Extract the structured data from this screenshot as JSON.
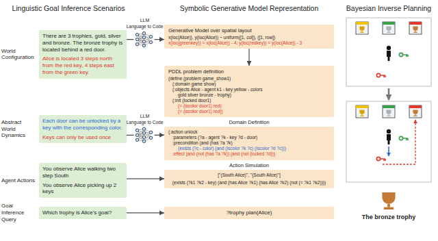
{
  "diagram": {
    "nodes": [
      {
        "text": [
          "There are 3 trophies, gold, silver and bronze. The bronze trophy is located behind a red door.",
          "Alice is located 3 steps north from the red key, 4 steps east from the green key."
        ]
      },
      {
        "text": [
          "Generative Model over spatial layout",
          "x(loc(Alice)), y(loc(Alice)) ~ uniform([1, col]), ([1, row])",
          "x(loc(greenkey)) = x(loc(Alice)) - 4; y(loc(redkey)) = y(loc(Alice)) - 3"
        ]
      },
      {
        "text": [
          "PDDL problem definition",
          "(define (problem game_show1)",
          "(:domain game show)",
          "(:objects Alice - agent k1 - key yellow - colors",
          "gold silver bronze - trophy)",
          "(:init (locked door1)",
          "(= (iscolor door1) red)",
          "(= (iscolor door1) red))"
        ]
      },
      {
        "text": [
          "Each door can be unlocked by a key with the corresponding color.",
          "Keys can only be used once"
        ]
      },
      {
        "text": [
          "(:action unlock",
          ":parameters (?a - agent ?k - key ?d - door)",
          ":precondition (and (has ?a ?k)",
          "(exists (?c - color) (and (iscolor ?k ?c) (iscolor ?d ?c)))",
          ":effect (and (not (has ?a ?k)) (and (not (locked ?d)))"
        ]
      },
      {
        "text": [
          "You observe Alice walking two step South",
          "You observe Alice picking up 2 keys"
        ]
      },
      {
        "text": [
          "[\"(South Alice)\", \"(South Alice)\"]",
          "(exists (?k1 ?k2 - key) (and (has Alice ?k1) (has Alice ?k2) (not (= ?k1 ?k2))))"
        ]
      },
      {
        "text": [
          "Which trophy is Alice's goal?"
        ]
      },
      {
        "text": [
          "?trophy plan(Alice)"
        ]
      }
    ],
    "edges": [
      {
        "from": 0,
        "to": 1,
        "arrow": "to"
      },
      {
        "from": 1,
        "to": 2,
        "arrow": "to"
      },
      {
        "from": 3,
        "to": 4,
        "arrow": "to"
      },
      {
        "from": 5,
        "to": 6,
        "arrow": "to"
      },
      {
        "from": 7,
        "to": 8,
        "arrow": "to"
      }
    ],
    "labels": [
      "Linguistic Goal Inference Scenarios",
      "Symbolic Generative Model Representation",
      "Bayesian Inverse Planning",
      "World Configuration",
      "Abstract World Dynamics",
      "Agent Actions",
      "Goal Inference Query",
      "LLM",
      "Language to Code",
      "LLM",
      "Language to Code",
      "Domain Definition",
      "Action Simulation",
      "The bronze trophy"
    ]
  }
}
